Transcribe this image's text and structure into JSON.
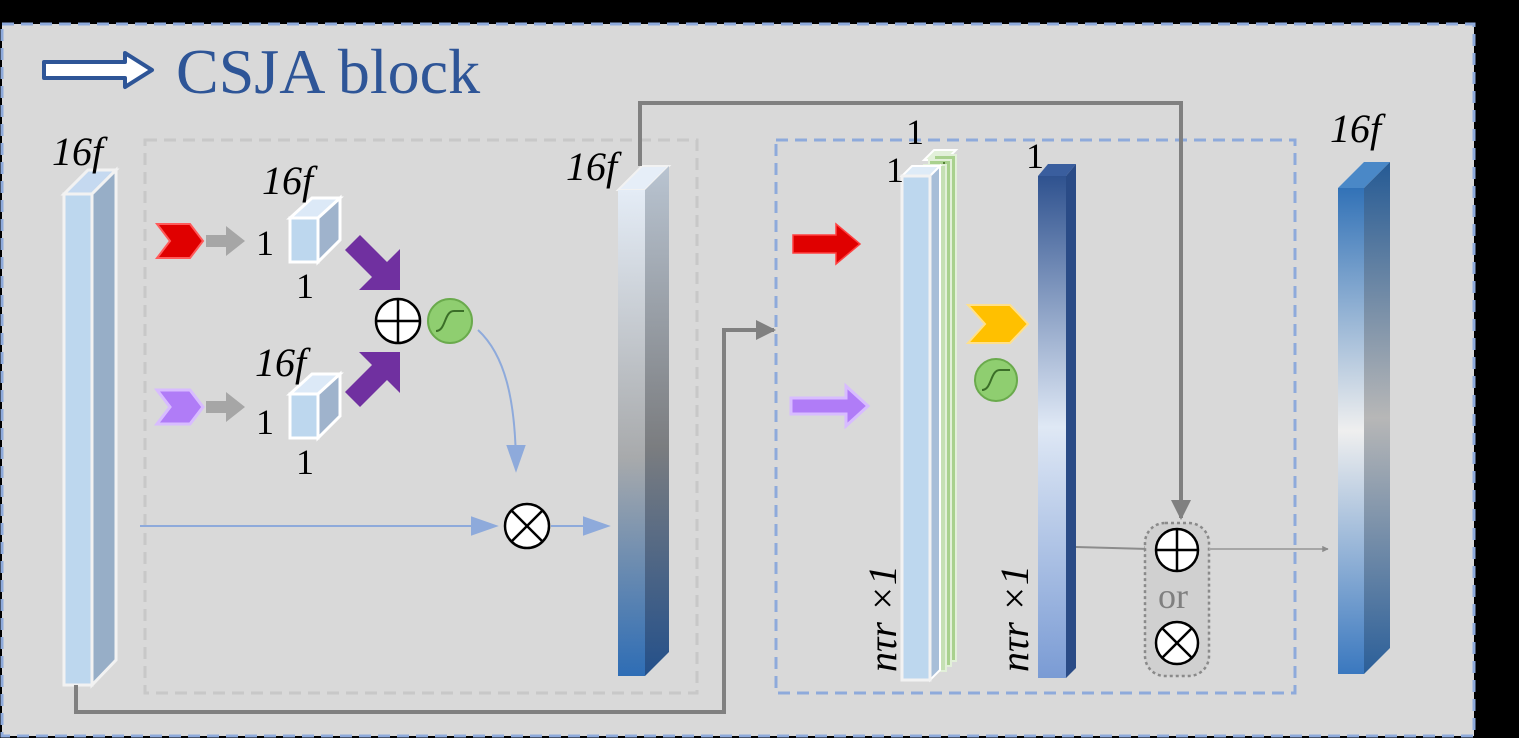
{
  "title": "CSJA block",
  "labels": {
    "left_top": "16f",
    "cube1_top": "16f",
    "cube1_side": "1",
    "cube1_bottom": "1",
    "cube2_top": "16f",
    "cube2_side": "1",
    "cube2_bottom": "1",
    "mid_top": "16f",
    "stack_top": "1",
    "stack_side": "1",
    "blue_bar_top": "1",
    "right_top": "16f",
    "stack_bottom": "nτr ×1",
    "blue_bar_bottom": "nτr ×1",
    "or_text": "or"
  },
  "colors": {
    "background": "#d9d9d9",
    "title_blue": "#2e5597",
    "dashed_blue": "#8eaadb",
    "red": "#e00000",
    "purple_chevron": "#b07cf7",
    "dark_purple": "#7030a0",
    "orange_chevron": "#ffc000",
    "sigmoid_green": "#8fce70",
    "flow_gray": "#808080",
    "thin_blue": "#8eaadb"
  },
  "icons": [
    "arrow-right-outline-icon",
    "chevron-icon",
    "plus-circle-icon",
    "times-circle-icon",
    "sigmoid-icon"
  ]
}
